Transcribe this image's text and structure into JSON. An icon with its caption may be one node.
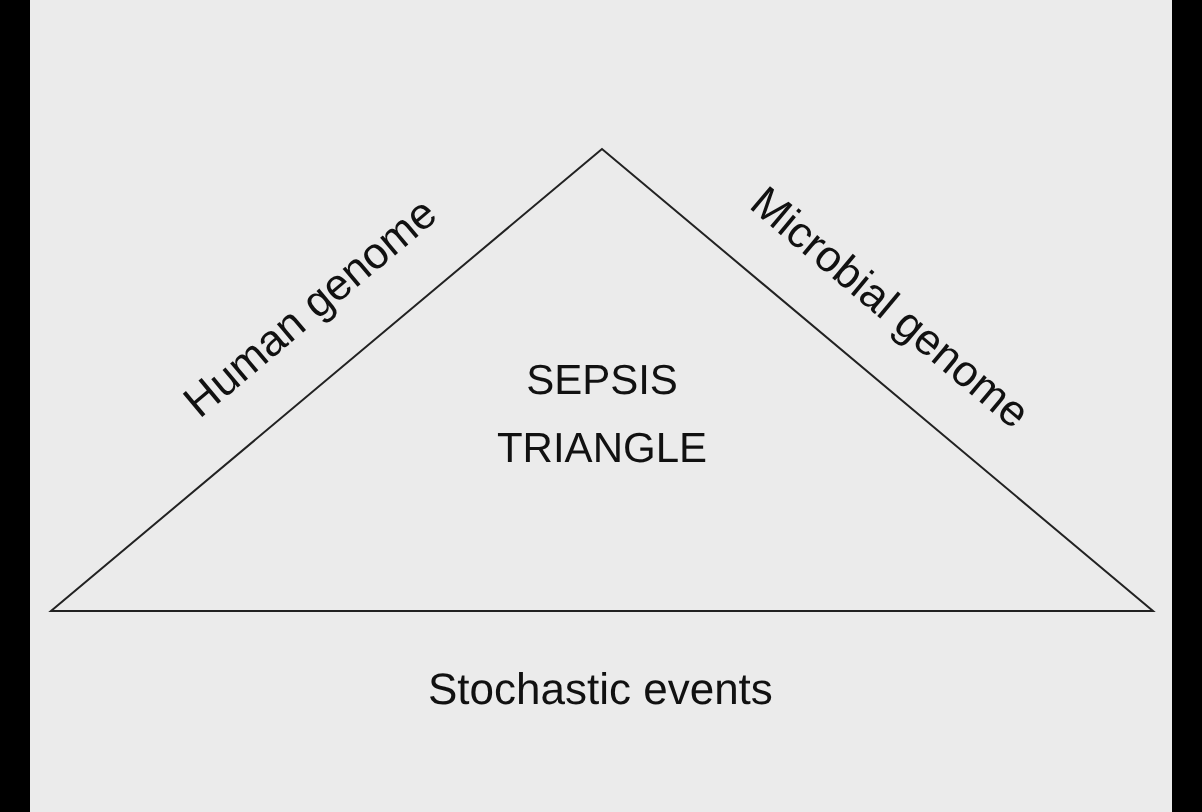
{
  "diagram": {
    "nodes": [
      {
        "text": [
          "SEPSIS TRIANGLE"
        ]
      }
    ],
    "labels": [
      "Human genome",
      "Microbial genome",
      "Stochastic events"
    ]
  }
}
